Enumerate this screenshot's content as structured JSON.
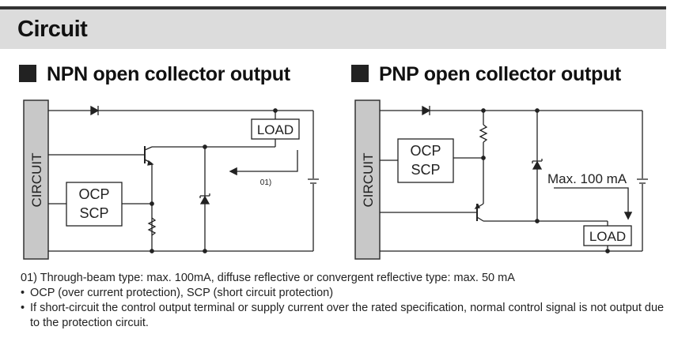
{
  "header": {
    "title": "Circuit"
  },
  "sections": {
    "npn": {
      "title": "NPN open collector output",
      "circuit_label": "CIRCUIT",
      "protection_top": "OCP",
      "protection_bottom": "SCP",
      "load_label": "LOAD",
      "note_ref": "01)"
    },
    "pnp": {
      "title": "PNP open collector output",
      "circuit_label": "CIRCUIT",
      "protection_top": "OCP",
      "protection_bottom": "SCP",
      "load_label": "LOAD",
      "current_label": "Max. 100 mA"
    }
  },
  "notes": {
    "footnote": "01) Through-beam type: max. 100mA, diffuse reflective or convergent reflective  type: max. 50 mA",
    "bullets": [
      "OCP (over current protection), SCP (short circuit protection)",
      "If short-circuit the control output terminal or supply current over the rated specification, normal control signal is not output due to the protection circuit."
    ],
    "bullet_symbol": "•"
  },
  "colors": {
    "header_bg": "#dcdcdc",
    "circuit_block": "#c8c8c8",
    "line": "#222222"
  }
}
